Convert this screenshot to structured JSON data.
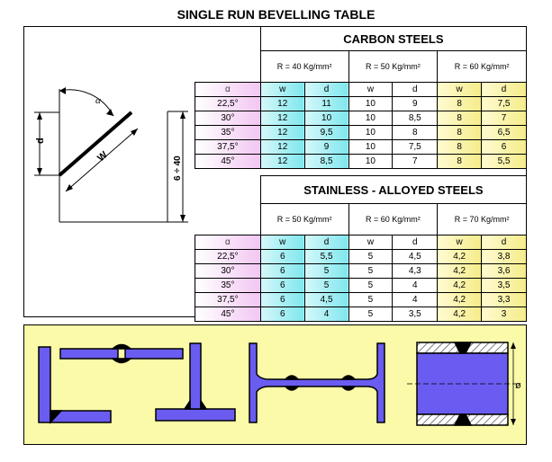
{
  "title": "SINGLE RUN BEVELLING TABLE",
  "diagram": {
    "alpha": "α",
    "d": "d",
    "w": "W",
    "thickness": "6 ÷ 40"
  },
  "carbon": {
    "heading": "CARBON STEELS",
    "groups": [
      "R = 40 Kg/mm²",
      "R = 50 Kg/mm²",
      "R = 60 Kg/mm²"
    ],
    "col_alpha": "α",
    "col_w": "w",
    "col_d": "d",
    "rows": [
      {
        "a": "22,5°",
        "v": [
          "12",
          "11",
          "10",
          "9",
          "8",
          "7,5"
        ]
      },
      {
        "a": "30°",
        "v": [
          "12",
          "10",
          "10",
          "8,5",
          "8",
          "7"
        ]
      },
      {
        "a": "35°",
        "v": [
          "12",
          "9,5",
          "10",
          "8",
          "8",
          "6,5"
        ]
      },
      {
        "a": "37,5°",
        "v": [
          "12",
          "9",
          "10",
          "7,5",
          "8",
          "6"
        ]
      },
      {
        "a": "45°",
        "v": [
          "12",
          "8,5",
          "10",
          "7",
          "8",
          "5,5"
        ]
      }
    ]
  },
  "stainless": {
    "heading": "STAINLESS - ALLOYED STEELS",
    "groups": [
      "R = 50 Kg/mm²",
      "R = 60 Kg/mm²",
      "R = 70 Kg/mm²"
    ],
    "col_alpha": "α",
    "col_w": "w",
    "col_d": "d",
    "rows": [
      {
        "a": "22,5°",
        "v": [
          "6",
          "5,5",
          "5",
          "4,5",
          "4,2",
          "3,8"
        ]
      },
      {
        "a": "30°",
        "v": [
          "6",
          "5",
          "5",
          "4,3",
          "4,2",
          "3,6"
        ]
      },
      {
        "a": "35°",
        "v": [
          "6",
          "5",
          "5",
          "4",
          "4,2",
          "3,5"
        ]
      },
      {
        "a": "37,5°",
        "v": [
          "6",
          "4,5",
          "5",
          "4",
          "4,2",
          "3,3"
        ]
      },
      {
        "a": "45°",
        "v": [
          "6",
          "4",
          "5",
          "3,5",
          "4,2",
          "3"
        ]
      }
    ]
  },
  "bottom": {
    "diameter": "ø"
  },
  "colors": {
    "weld_blue": "#6a5cf0",
    "panel_yellow": "#fafaa8",
    "cyan": "#7fe7ee",
    "pink": "#f2c6f2",
    "yellow": "#f5ec8a"
  }
}
